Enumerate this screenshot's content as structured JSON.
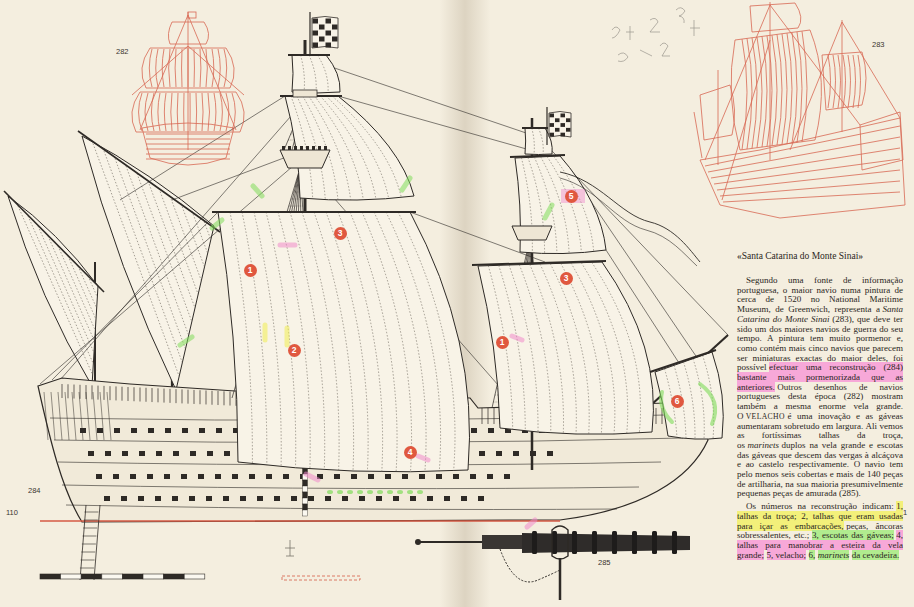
{
  "diagram": {
    "title": "«Santa Catarina do Monte Sinai»",
    "nodes": [
      {
        "text": [
          "5"
        ]
      },
      {
        "text": [
          "3"
        ]
      },
      {
        "text": [
          "1"
        ]
      },
      {
        "text": [
          "3"
        ]
      },
      {
        "text": [
          "1"
        ]
      },
      {
        "text": [
          "2"
        ]
      },
      {
        "text": [
          "6"
        ]
      },
      {
        "text": [
          "4"
        ]
      }
    ],
    "labels": [
      "282",
      "283",
      "284",
      "285",
      "110",
      "1",
      "Segundo uma fonte de informação portuguesa, o maior navio numa pintura de cerca de 1520 no National Maritime Museum, de Greenwich, representa a",
      "Santa Catarina do Monte Sinai",
      "(283), que deve ter sido um dos maiores navios de guerra do seu tempo. A pintura tem muito pormenor e, como contém mais cinco navios que parecem ser miniaturas exactas do maior deles, foi possível",
      "efectuar uma reconstrução (284) bastante mais pormenorizada que as anteriores.",
      "Outros desenhos de navios portugueses desta época (282) mostram também a mesma enorme vela grande. O",
      "VELACHO",
      "é uma inovação e as gáveas aumentaram sobretudo em largura. Ali vemos as fortíssimas talhas da troça, os",
      "marinets",
      "duplos na vela grande e escotas das gáveas que descem das vergas à alcáçova e ao castelo respectivamente. O navio tem pelo menos seis cobertas e mais de 140 peças de artilharia, na sua maioria presumivelmente pequenas peças de amurada (285).",
      "Os números na reconstrução indicam:",
      "1, talhas da troça; 2, talhas que eram usadas para içar as embarcações,",
      "peças, âncoras sobressalentes, etc.;",
      "3, escotas das gáveas;",
      "4, talhas para manobrar a esteira da vela grande;",
      "5, velacho;",
      "6,",
      "marinets",
      "da cevadeira."
    ]
  }
}
